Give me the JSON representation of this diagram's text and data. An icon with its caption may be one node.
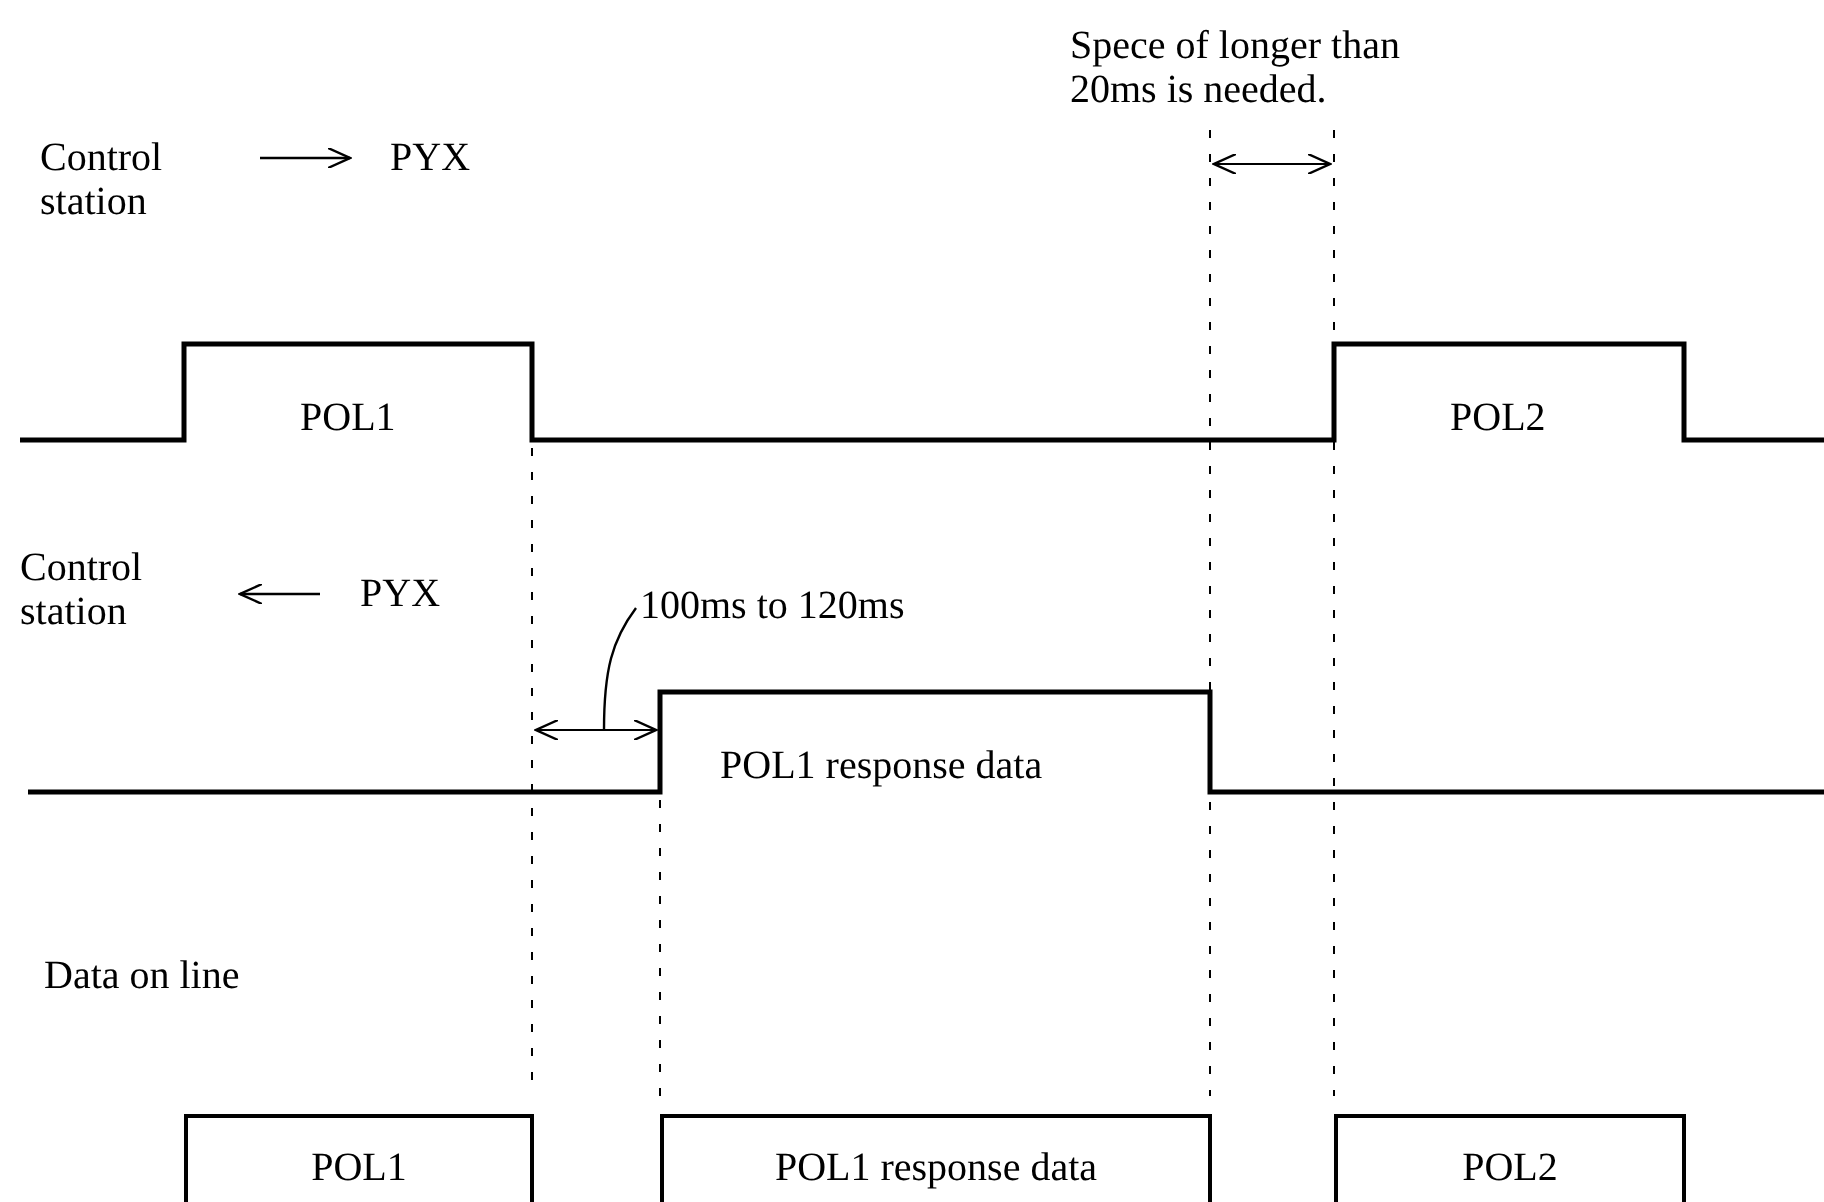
{
  "diagram": {
    "nodes": [
      {
        "text": [
          "Control station"
        ]
      },
      {
        "text": [
          "PYX"
        ]
      },
      {
        "text": [
          "Control station"
        ]
      },
      {
        "text": [
          "PYX"
        ]
      },
      {
        "text": [
          "100ms to 120ms"
        ]
      },
      {
        "text": [
          "POL1"
        ]
      },
      {
        "text": [
          "POL1 response data"
        ]
      },
      {
        "text": [
          "POL2"
        ]
      }
    ],
    "edges": [
      {
        "from": 0,
        "to": 1,
        "arrow": "to"
      },
      {
        "from": 3,
        "to": 2,
        "arrow": "to"
      },
      {
        "from": 4,
        "to": null,
        "arrow": "none"
      }
    ],
    "labels": [
      "Spece of longer than 20ms is needed.",
      "POL1",
      "POL2",
      "POL1 response data",
      "Data on line"
    ]
  }
}
